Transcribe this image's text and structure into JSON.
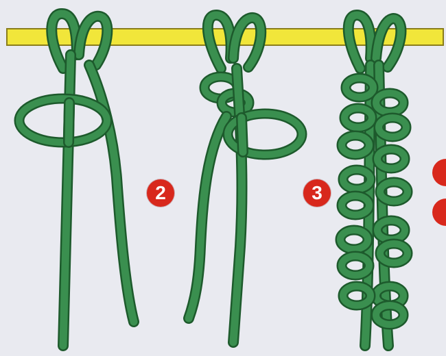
{
  "steps": [
    {
      "label": "2"
    },
    {
      "label": "3"
    }
  ],
  "colors": {
    "background": "#e9eaf0",
    "rod_fill": "#f1e63a",
    "rod_outline": "#8a7d1a",
    "cord_fill": "#3a8f4f",
    "cord_outline": "#1d5a2c",
    "badge": "#d8281c"
  },
  "icons": {
    "rod": "rod-icon",
    "cord": "cord-icon",
    "badge": "step-number-badge"
  }
}
